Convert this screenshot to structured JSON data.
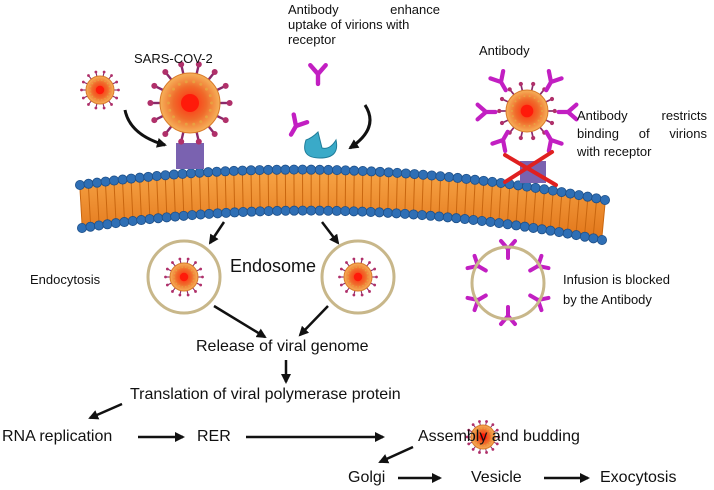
{
  "labels": {
    "virus": "SARS-COV-2",
    "antibody": "Antibody",
    "enhance": "Antibody enhance uptake of virions with receptor",
    "enhance_l1a": "Antibody",
    "enhance_l1b": "enhance",
    "enhance_l2": "uptake of virions with",
    "enhance_l3": "receptor",
    "restrict_l1a": "Antibody",
    "restrict_l1b": "restricts",
    "restrict_l2a": "binding",
    "restrict_l2b": "of",
    "restrict_l2c": "virions",
    "restrict_l3": "with receptor",
    "endocytosis": "Endocytosis",
    "endosome": "Endosome",
    "infusion_l1": "Infusion is blocked",
    "infusion_l2": "by the Antibody",
    "release": "Release of viral genome",
    "translation": "Translation of viral polymerase protein",
    "rna": "RNA replication",
    "rer": "RER",
    "assembly": "Assembly and budding",
    "golgi": "Golgi",
    "vesicle": "Vesicle",
    "exocytosis": "Exocytosis"
  },
  "colors": {
    "lipid_head": "#2f6fb5",
    "lipid_tail": "#f0902a",
    "antibody": "#c21fc2",
    "receptor_left": "#7a62b0",
    "receptor_mid": "#3aaac8",
    "virus_core": "#e8331c",
    "virus_shell": "#f5a24a",
    "endosome_ring": "#c8b78a",
    "block_x": "#e02020"
  },
  "icons": [
    "virus-icon",
    "antibody-icon",
    "receptor-icon",
    "arrow-icon",
    "block-x-icon"
  ]
}
